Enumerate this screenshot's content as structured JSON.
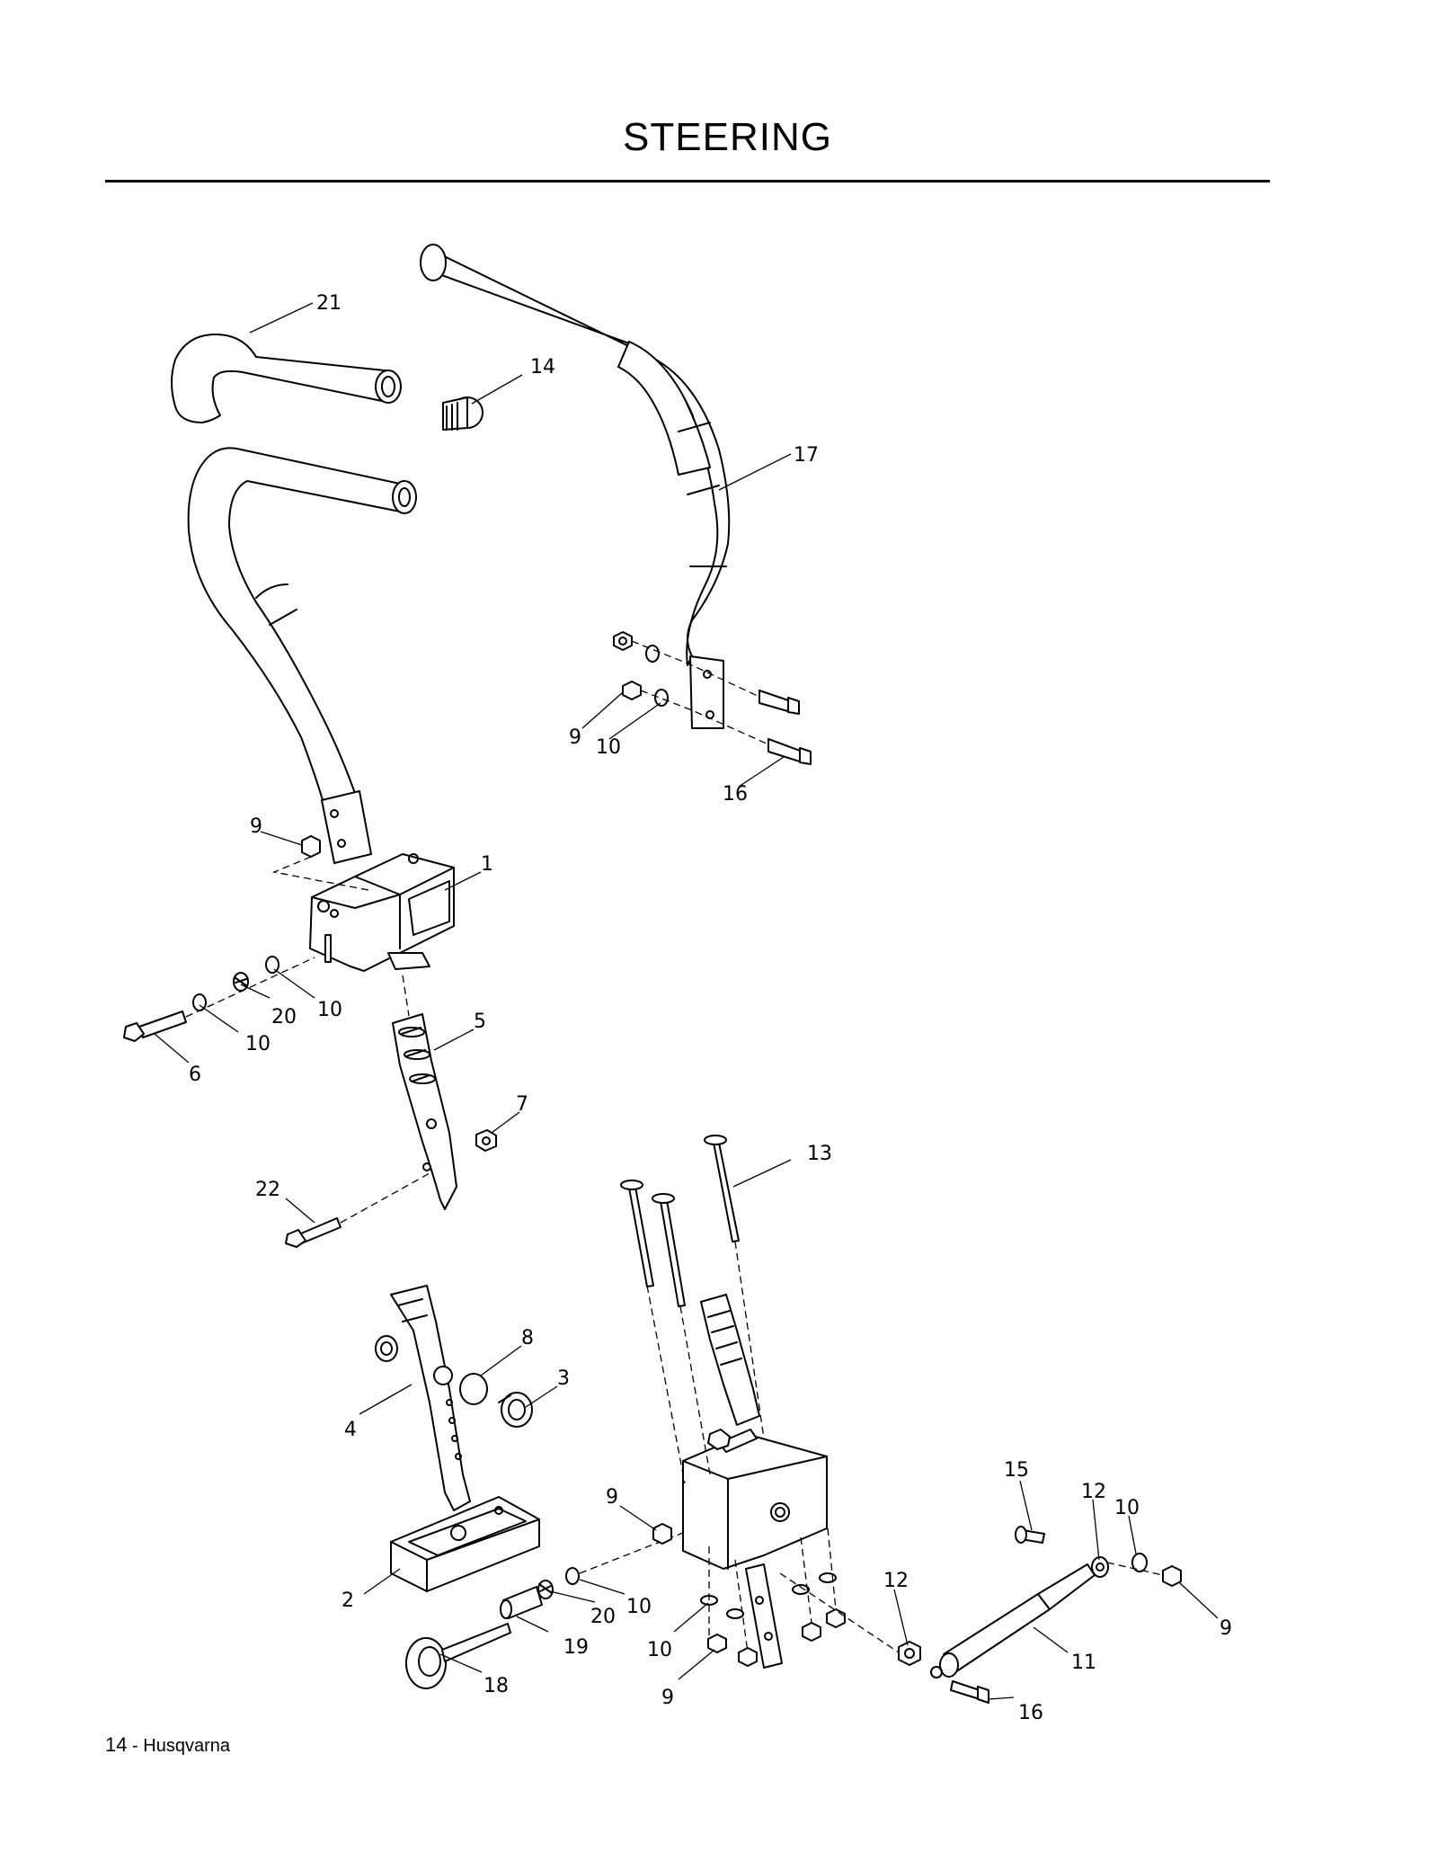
{
  "page": {
    "title": "STEERING",
    "footer_page": "14",
    "footer_brand": " - Husqvarna"
  },
  "callouts": {
    "c21": "21",
    "c14": "14",
    "c17": "17",
    "c9a": "9",
    "c10a": "10",
    "c16a": "16",
    "c9b": "9",
    "c1": "1",
    "c20a": "20",
    "c10b": "10",
    "c10c": "10",
    "c6": "6",
    "c5": "5",
    "c7": "7",
    "c22": "22",
    "c13": "13",
    "c8": "8",
    "c3": "3",
    "c4": "4",
    "c9c": "9",
    "c15": "15",
    "c12a": "12",
    "c10d": "10",
    "c2": "2",
    "c20b": "20",
    "c10e": "10",
    "c19": "19",
    "c10f": "10",
    "c12b": "12",
    "c9d": "9",
    "c11": "11",
    "c18": "18",
    "c9e": "9",
    "c16b": "16"
  }
}
